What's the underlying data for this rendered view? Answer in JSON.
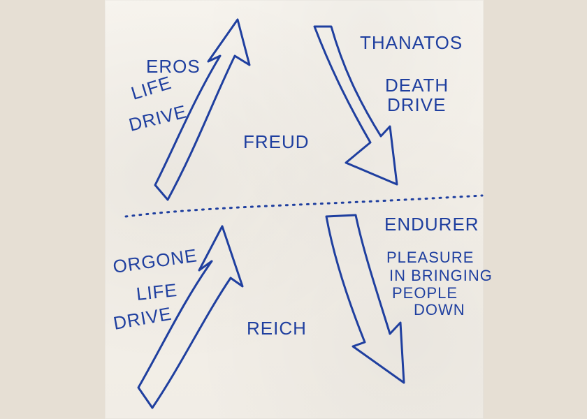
{
  "freud": {
    "eros": "EROS",
    "life": "LIFE",
    "drive": "DRIVE",
    "name": "FREUD",
    "thanatos": "THANATOS",
    "death": "DEATH",
    "death_drive": "DRIVE"
  },
  "reich": {
    "orgone": "ORGONE",
    "life": "LIFE",
    "drive": "DRIVE",
    "name": "REICH",
    "endurer": "ENDURER",
    "pleasure_line_1": "PLEASURE",
    "pleasure_line_2": "IN BRINGING",
    "pleasure_line_3": "PEOPLE",
    "pleasure_line_4": "DOWN"
  },
  "colors": {
    "ink": "#1f3f9f",
    "paper": "#f4f0e9",
    "background": "#e6dfd4"
  }
}
